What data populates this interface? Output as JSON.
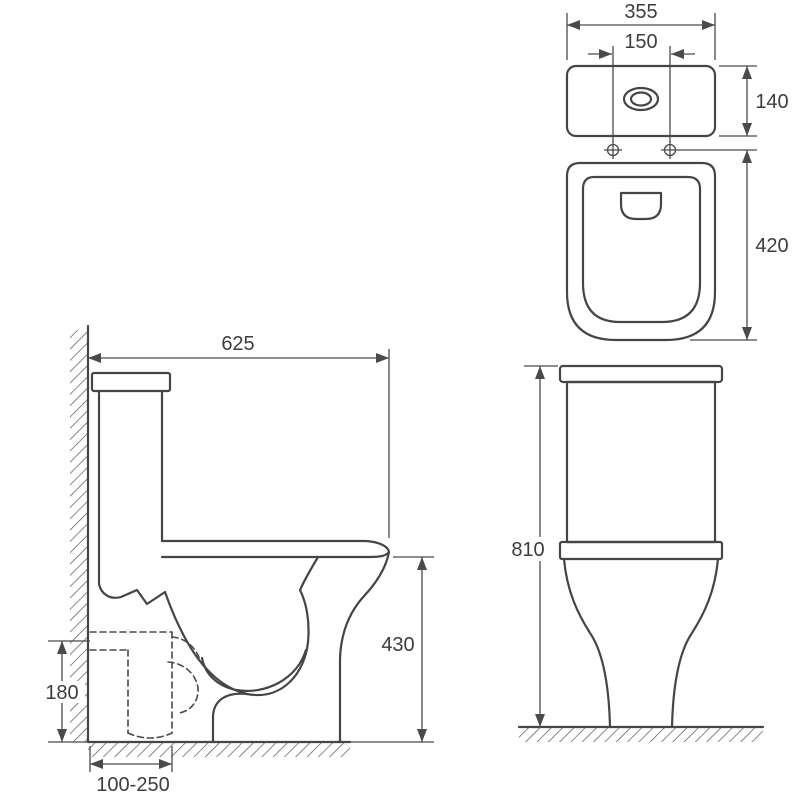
{
  "drawing": {
    "title": "close-coupled-toilet-dimension-drawing",
    "views": {
      "plan": {
        "width": "355",
        "bolt_spacing": "150",
        "cistern_depth": "140",
        "bowl_length": "420"
      },
      "front": {
        "height": "810"
      },
      "side": {
        "depth": "625",
        "seat_height": "430",
        "outlet_height": "180",
        "outlet_offset_range": "100-250"
      }
    },
    "colors": {
      "line": "#454545",
      "background": "#ffffff"
    }
  }
}
